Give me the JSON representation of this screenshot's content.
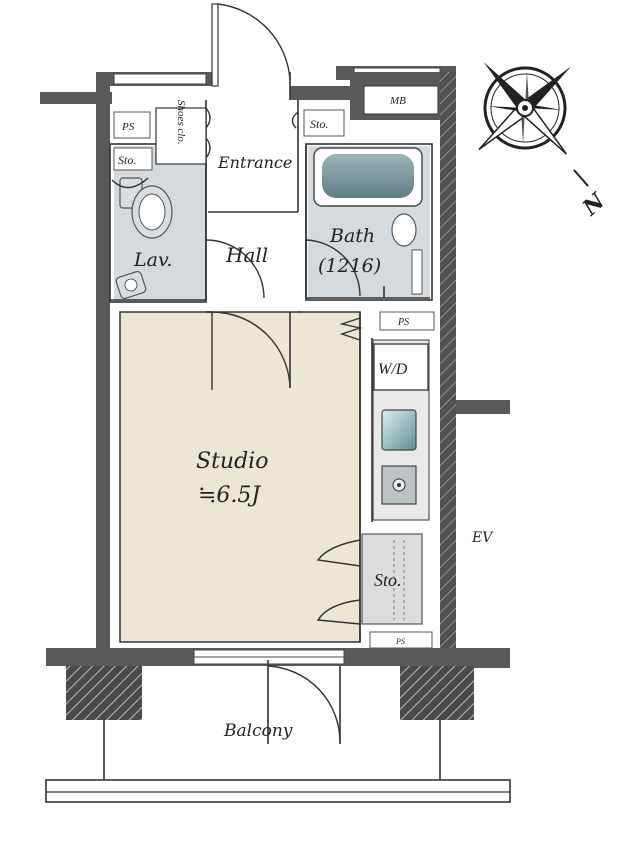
{
  "plan": {
    "rooms": {
      "studio": "Studio",
      "studio_size": "≒6.5J",
      "hall": "Hall",
      "lav": "Lav.",
      "bath": "Bath",
      "bath_size": "(1216)",
      "entrance": "Entrance",
      "balcony": "Balcony",
      "ev": "EV"
    },
    "fixtures": {
      "ps_top_left": "PS",
      "ps_right_1": "PS",
      "ps_right_2": "PS",
      "mb": "MB",
      "sto_entrance": "Sto.",
      "sto_lav": "Sto.",
      "sto_studio": "Sto.",
      "shoes_clo": "Shoes clo.",
      "wd": "W/D"
    },
    "compass": {
      "north_label": "N"
    },
    "colors": {
      "wall": "#5a5a5a",
      "studio_floor": "#ebe7d4",
      "wet_floor": "#d4dade",
      "bathtub": "#7f9ca1"
    }
  }
}
